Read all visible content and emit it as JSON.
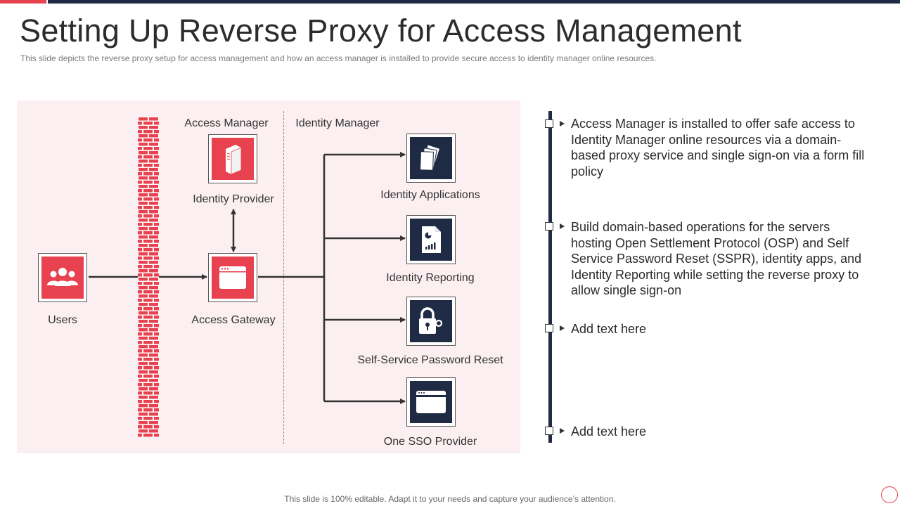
{
  "slide": {
    "title": "Setting Up Reverse Proxy for Access Management",
    "subtitle": "This slide depicts the reverse  proxy setup for access management  and how an access manager  is installed to provide  secure access to identity manager  online resources.",
    "footer": "This slide is 100% editable. Adapt it to your needs and capture your audience’s attention."
  },
  "diagram": {
    "section_access_manager": "Access Manager",
    "section_identity_manager": "Identity  Manager",
    "users": "Users",
    "identity_provider": "Identity  Provider",
    "access_gateway": "Access Gateway",
    "identity_applications": "Identity  Applications",
    "identity_reporting": "Identity  Reporting",
    "sspr": "Self-Service Password Reset",
    "sso_provider": "One  SSO Provider"
  },
  "timeline": {
    "items": [
      "Access Manager is installed to offer safe access to Identity Manager online resources via a domain-based proxy service and single sign-on via a form fill policy",
      "Build domain-based operations for the servers hosting Open Settlement Protocol (OSP) and Self Service Password Reset (SSPR), identity apps, and Identity Reporting while setting the reverse proxy to allow single sign-on",
      "Add text here",
      "Add text here"
    ]
  },
  "colors": {
    "accent_red": "#e8414f",
    "navy": "#1f2a44",
    "panel_bg": "#fbeff1"
  },
  "icons": [
    "users-icon",
    "server-icon",
    "browser-window-icon",
    "documents-icon",
    "report-icon",
    "padlock-key-icon",
    "browser-icon"
  ]
}
